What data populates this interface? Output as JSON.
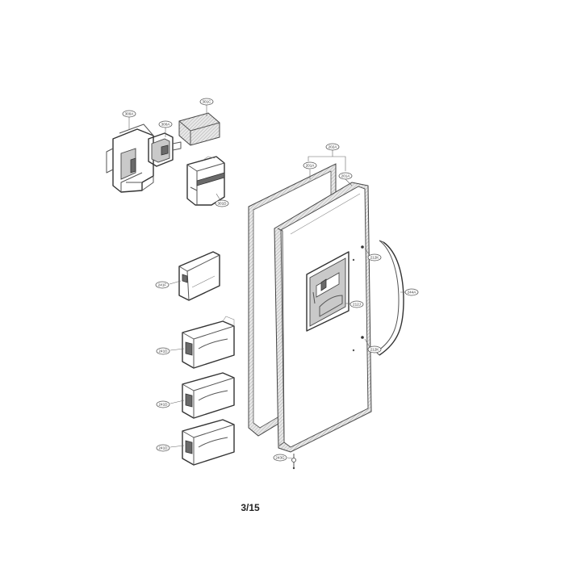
{
  "callouts": {
    "c1": "300A",
    "c2": "300A",
    "c3": "301C",
    "c4": "301D",
    "c5": "202A",
    "c6": "201A",
    "c7": "201A",
    "c8": "212K",
    "c9": "241F",
    "c10": "244A",
    "c11": "212J",
    "c12": "241D",
    "c13": "212K",
    "c14": "241D",
    "c15": "241D",
    "c16": "243G"
  },
  "page_label": "3/15"
}
